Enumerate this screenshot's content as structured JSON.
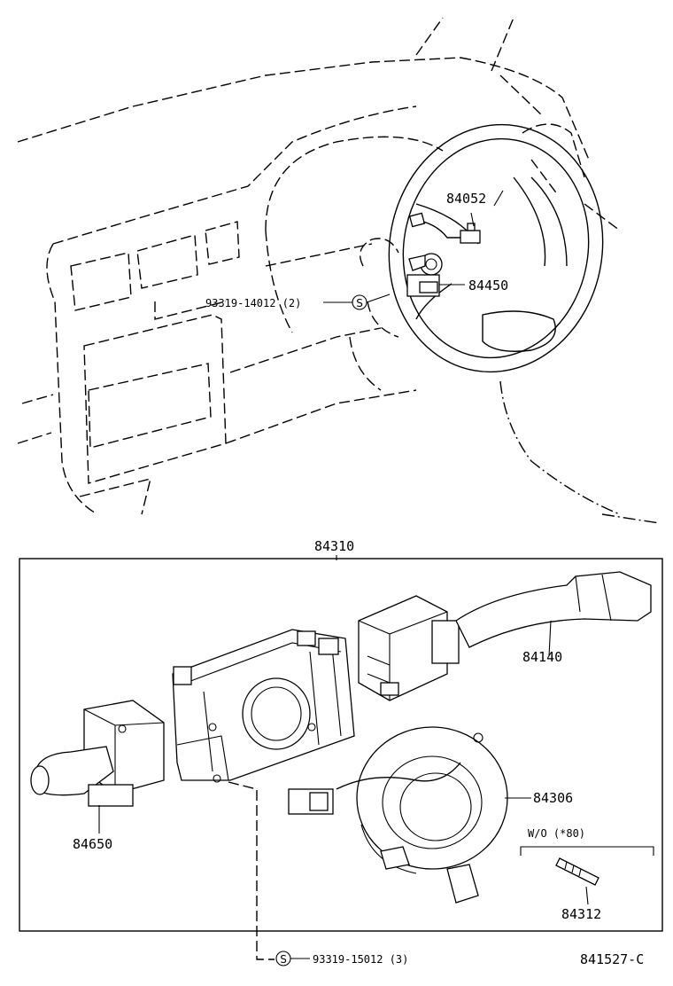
{
  "diagram": {
    "callouts": {
      "steering_pad": "84052",
      "ignition_switch": "84450",
      "screw_top": "93319-14012 (2)",
      "assembly": "84310",
      "wiper_switch": "84140",
      "spiral_cable": "84306",
      "headlamp_switch": "84650",
      "variant_note": "W/O (*80)",
      "pin": "84312",
      "screw_bottom": "93319-15012 (3)",
      "drawing_number": "841527-C"
    },
    "symbols": {
      "s_mark": "S"
    }
  }
}
